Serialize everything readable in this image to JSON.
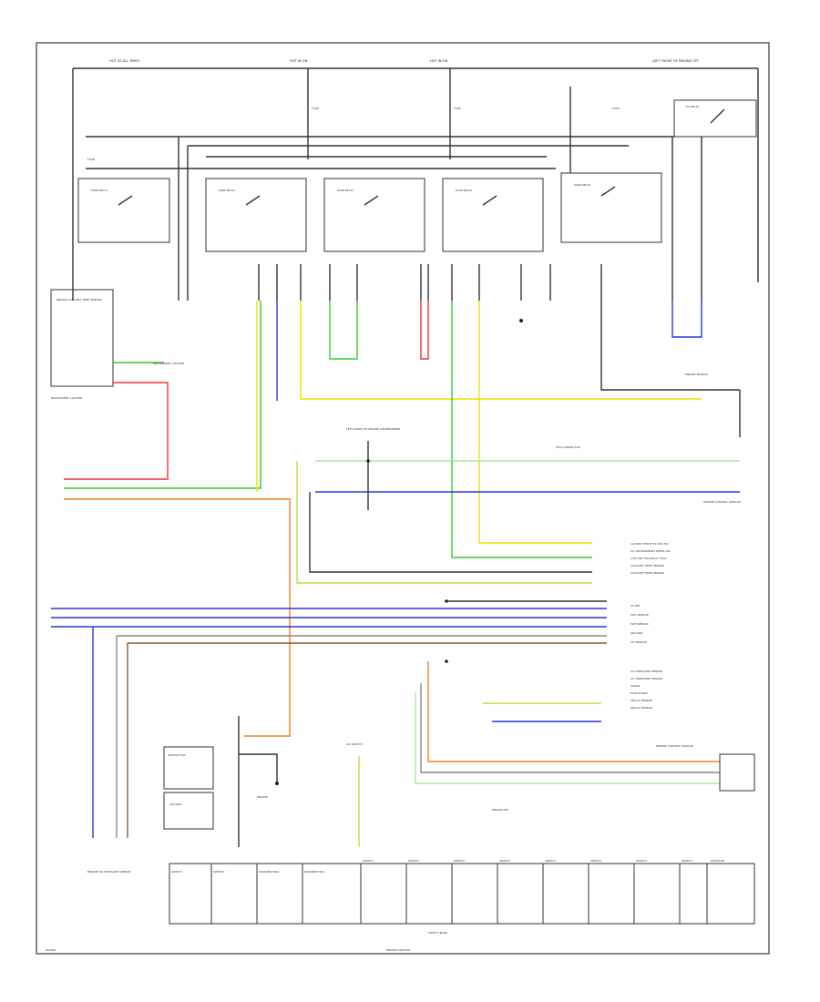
{
  "diagram": {
    "top_labels": [
      "HOT AT ALL TIMES",
      "HOT IN ON",
      "HOT IN ON",
      "LEFT FRONT OF ENGINE CPT"
    ],
    "relays": [
      "MAIN RELAY",
      "MAIN RELAY",
      "MAIN RELAY",
      "MAIN RELAY",
      "MAIN RELAY",
      "A/C RELAY"
    ],
    "components": {
      "left_module": "ENGINE COOLANT TEMP SENSOR",
      "instrument_cluster": "INSTRUMENT CLUSTER",
      "right_sensor": "ENGINE SENSOR",
      "center_connector": "LEFT FRONT OF ENGINE COMPARTMENT",
      "ecm_left": "ENGINE CONTROL MODULE",
      "ecm_right": "ENGINE CONTROL MODULE",
      "bottom_left_sensor": "ENGINE OIL PRESSURE SENSOR",
      "ignition": "IGNITION SW",
      "ground_block": "GROUND",
      "center_switch": "A/C SWITCH",
      "bottom_center": "ENGINE CPT",
      "bottom_right": "ENGINE CONTROL MODULE",
      "switch_bank": "SWITCH BANK"
    },
    "right_pin_labels": [
      "CLOSED THROTTLE POS SW",
      "A/C REFRIGERANT PRESS SW",
      "LOW SPD FAN RELAY CTRL",
      "COOLANT TEMP SENSOR",
      "COOLANT TEMP SENSOR",
      "5V REF",
      "MAF SENSOR",
      "MAF SENSOR",
      "GROUND",
      "IAT SENSOR",
      "A/C PRESSURE SENSOR",
      "A/C PRESSURE SENSOR",
      "SIGNAL",
      "EVAP PURGE",
      "KNOCK SENSOR",
      "KNOCK SENSOR"
    ],
    "switch_labels": [
      "SWITCH",
      "SWITCH",
      "PARK/NEUTRAL",
      "PARK/NEUTRAL",
      "SWITCH",
      "SWITCH",
      "SWITCH",
      "SWITCH",
      "SWITCH",
      "SWITCH",
      "SWITCH",
      "SWITCH",
      "RESISTOR"
    ],
    "bottom_labels": {
      "left": "WIRING",
      "center": "ENGINE GROUND"
    }
  }
}
